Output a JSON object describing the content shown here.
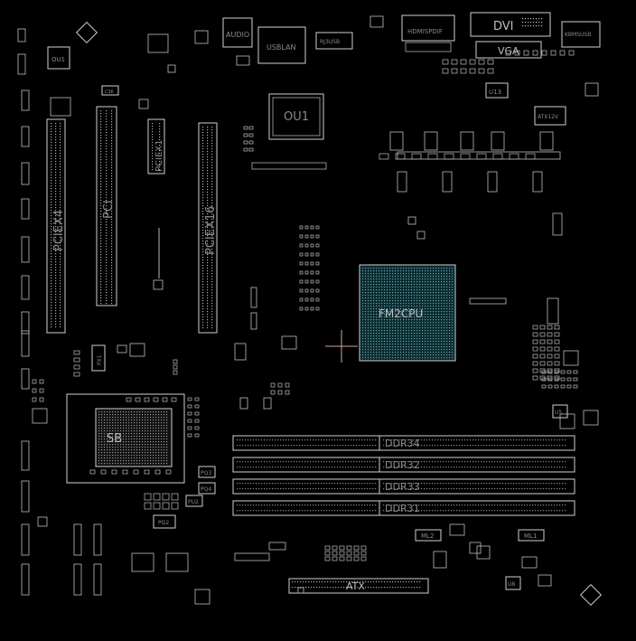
{
  "labels": {
    "dvi": "DVI",
    "vga": "VGA",
    "hdmi": "HDMISPDIF",
    "kbms": "KBMSUSB",
    "audio": "AUDIO",
    "usblan": "USBLAN",
    "usb": "RJ3USB",
    "ou1_main": "OU1",
    "ou1_small": "OU1",
    "u13": "U13",
    "atx12v": "ATX12V",
    "pciex4": "PCIEX4",
    "pci": "PCI",
    "pciex1": "PCIEX1",
    "pciex16": "PCIEX16",
    "cpu": "FM2CPU",
    "sb": "SB",
    "ddr34": "DDR34",
    "ddr32": "DDR32",
    "ddr33": "DDR33",
    "ddr31": "DDR31",
    "atx": "ATX",
    "ml1": "ML1",
    "ml2": "ML2",
    "u8": "U8",
    "u5": "U5",
    "px1": "PX1",
    "pq2": "PQ2",
    "pq3": "PQ3",
    "pq4": "PQ4",
    "pu2": "PU2",
    "c36": "C36"
  }
}
